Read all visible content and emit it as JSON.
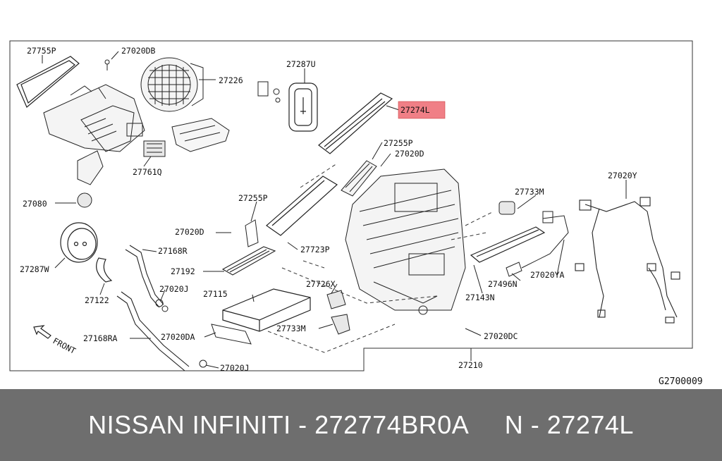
{
  "diagram": {
    "highlight_color": "#f07f86",
    "part_labels": {
      "p27755P": "27755P",
      "p27020DB": "27020DB",
      "p27226": "27226",
      "p27287U": "27287U",
      "p27274L": "27274L",
      "p27761Q": "27761Q",
      "p27255P_a": "27255P",
      "p27020D": "27020D",
      "p27020Y": "27020Y",
      "p27080": "27080",
      "p27255P_b": "27255P",
      "p27733M_a": "27733M",
      "p27020DD": "27020D",
      "p27723P": "27723P",
      "p27287W": "27287W",
      "p27168R": "27168R",
      "p27192": "27192",
      "p27726X": "27726X",
      "p27496N": "27496N",
      "p27020YA": "27020YA",
      "p27122": "27122",
      "p27020J_a": "27020J",
      "p27115": "27115",
      "p27143N": "27143N",
      "p27733M_b": "27733M",
      "p27168RA": "27168RA",
      "p27020DA": "27020DA",
      "p27020DC": "27020DC",
      "p27020J_b": "27020J",
      "p27210": "27210"
    },
    "front_label": "FRONT",
    "diagram_code": "G2700009"
  },
  "footer": {
    "text": "NISSAN INFINITI - 272774BR0A     N - 27274L"
  }
}
